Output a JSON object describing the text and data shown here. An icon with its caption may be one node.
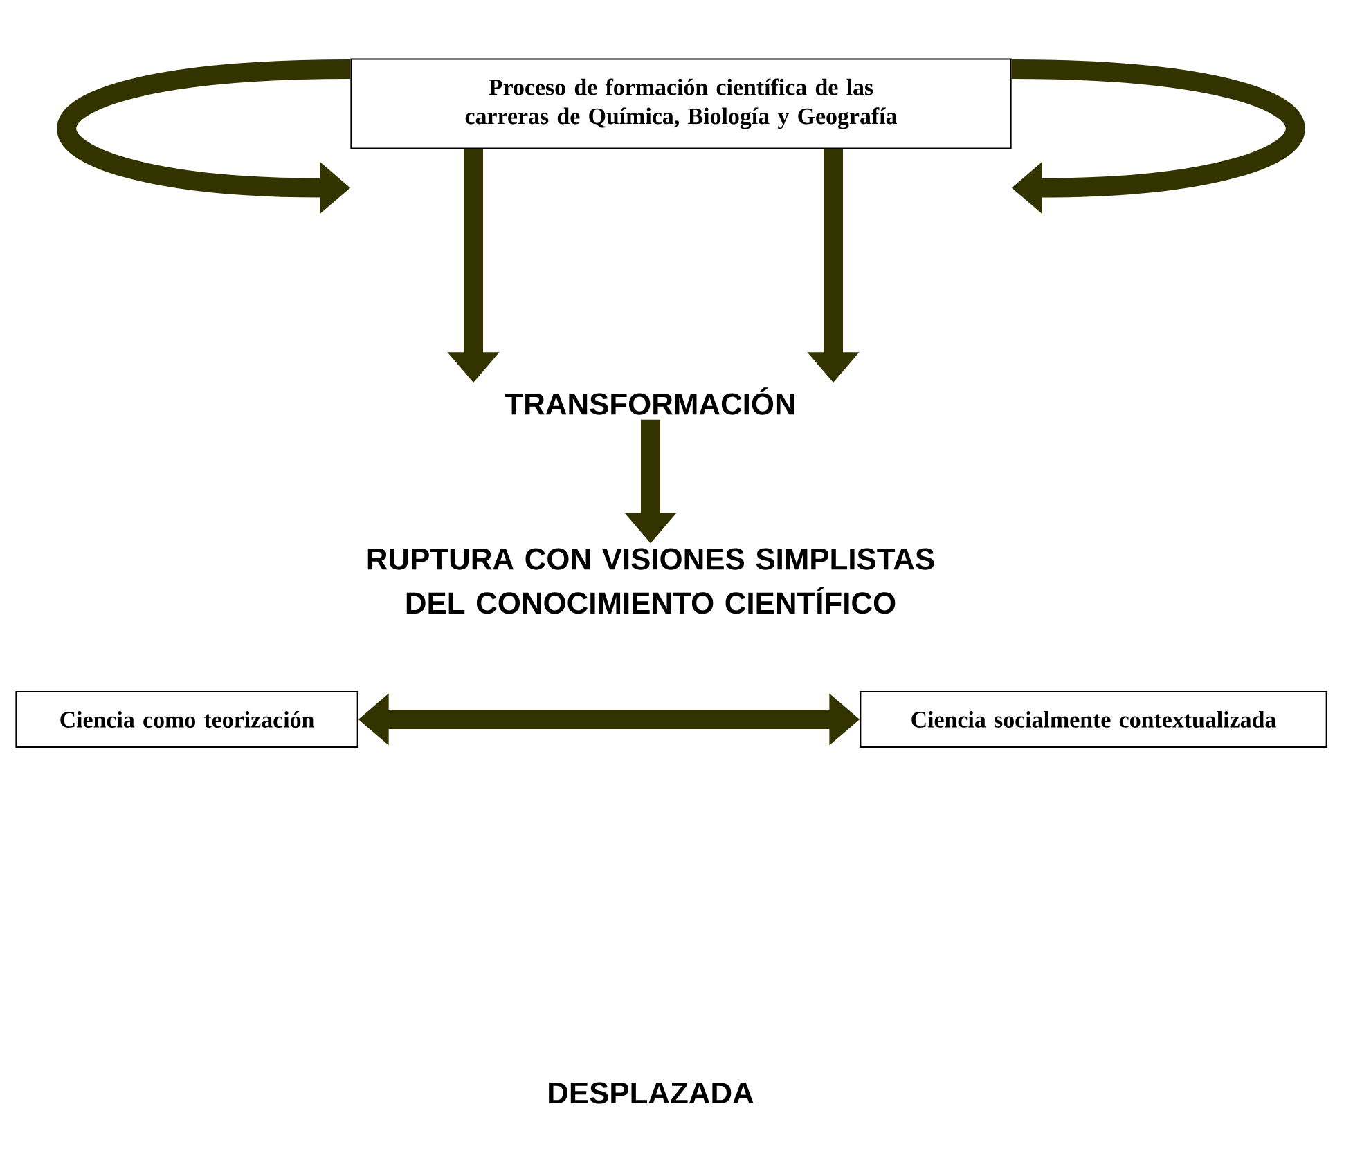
{
  "diagram": {
    "nodes": [
      {
        "text": [
          "Proceso de formación científica de las carreras de Química, Biología y Geografía"
        ]
      },
      {
        "text": [
          "TRANSFORMACIÓN"
        ]
      },
      {
        "text": [
          "RUPTURA CON VISIONES SIMPLISTAS DEL CONOCIMIENTO CIENTÍFICO"
        ]
      },
      {
        "text": [
          "Ciencia como teorización"
        ]
      },
      {
        "text": [
          "Ciencia socialmente contextualizada"
        ]
      }
    ],
    "edges": [
      {
        "from": 0,
        "to": null,
        "arrow": "to"
      },
      {
        "from": 0,
        "to": null,
        "arrow": "to"
      },
      {
        "from": 0,
        "to": 1,
        "arrow": "to"
      },
      {
        "from": 0,
        "to": 1,
        "arrow": "to"
      },
      {
        "from": 1,
        "to": 2,
        "arrow": "to"
      },
      {
        "from": 3,
        "to": 4,
        "arrow": "both"
      }
    ],
    "labels": [
      "DESPLAZADA"
    ]
  }
}
